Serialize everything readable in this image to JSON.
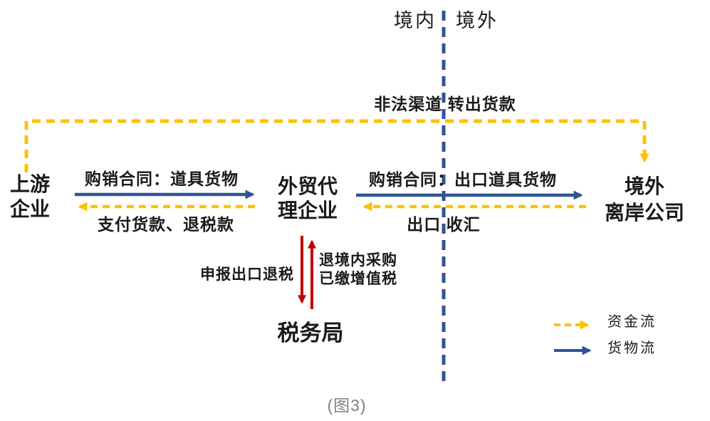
{
  "colors": {
    "money_flow": "#FFC000",
    "goods_flow": "#2F5496",
    "tax_flow": "#C00000",
    "boundary_line": "#2F5496",
    "label_text": "#1A1A1A",
    "caption_text": "#808080"
  },
  "boundary": {
    "domestic": "境内",
    "overseas": "境外"
  },
  "nodes": {
    "upstream": {
      "line1": "上游",
      "line2": "企业"
    },
    "agent": {
      "line1": "外贸代",
      "line2": "理企业"
    },
    "offshore": {
      "line1": "境外",
      "line2": "离岸公司"
    },
    "tax_bureau": {
      "label": "税务局"
    }
  },
  "flows": {
    "illegal_transfer": {
      "label": "非法渠道 转出货款"
    },
    "purchase_contract": {
      "label": "购销合同：道具货物"
    },
    "payment_and_rebate": {
      "label": "支付货款、退税款"
    },
    "export_contract": {
      "label": "购销合同：出口道具货物"
    },
    "export_proceeds": {
      "label": "出口 收汇"
    },
    "declare_rebate": {
      "label": "申报出口退税"
    },
    "vat_refund": {
      "line1": "退境内采购",
      "line2": "已缴增值税"
    }
  },
  "legend": {
    "money_flow": "资金流",
    "goods_flow": "货物流"
  },
  "caption": "(图3)"
}
